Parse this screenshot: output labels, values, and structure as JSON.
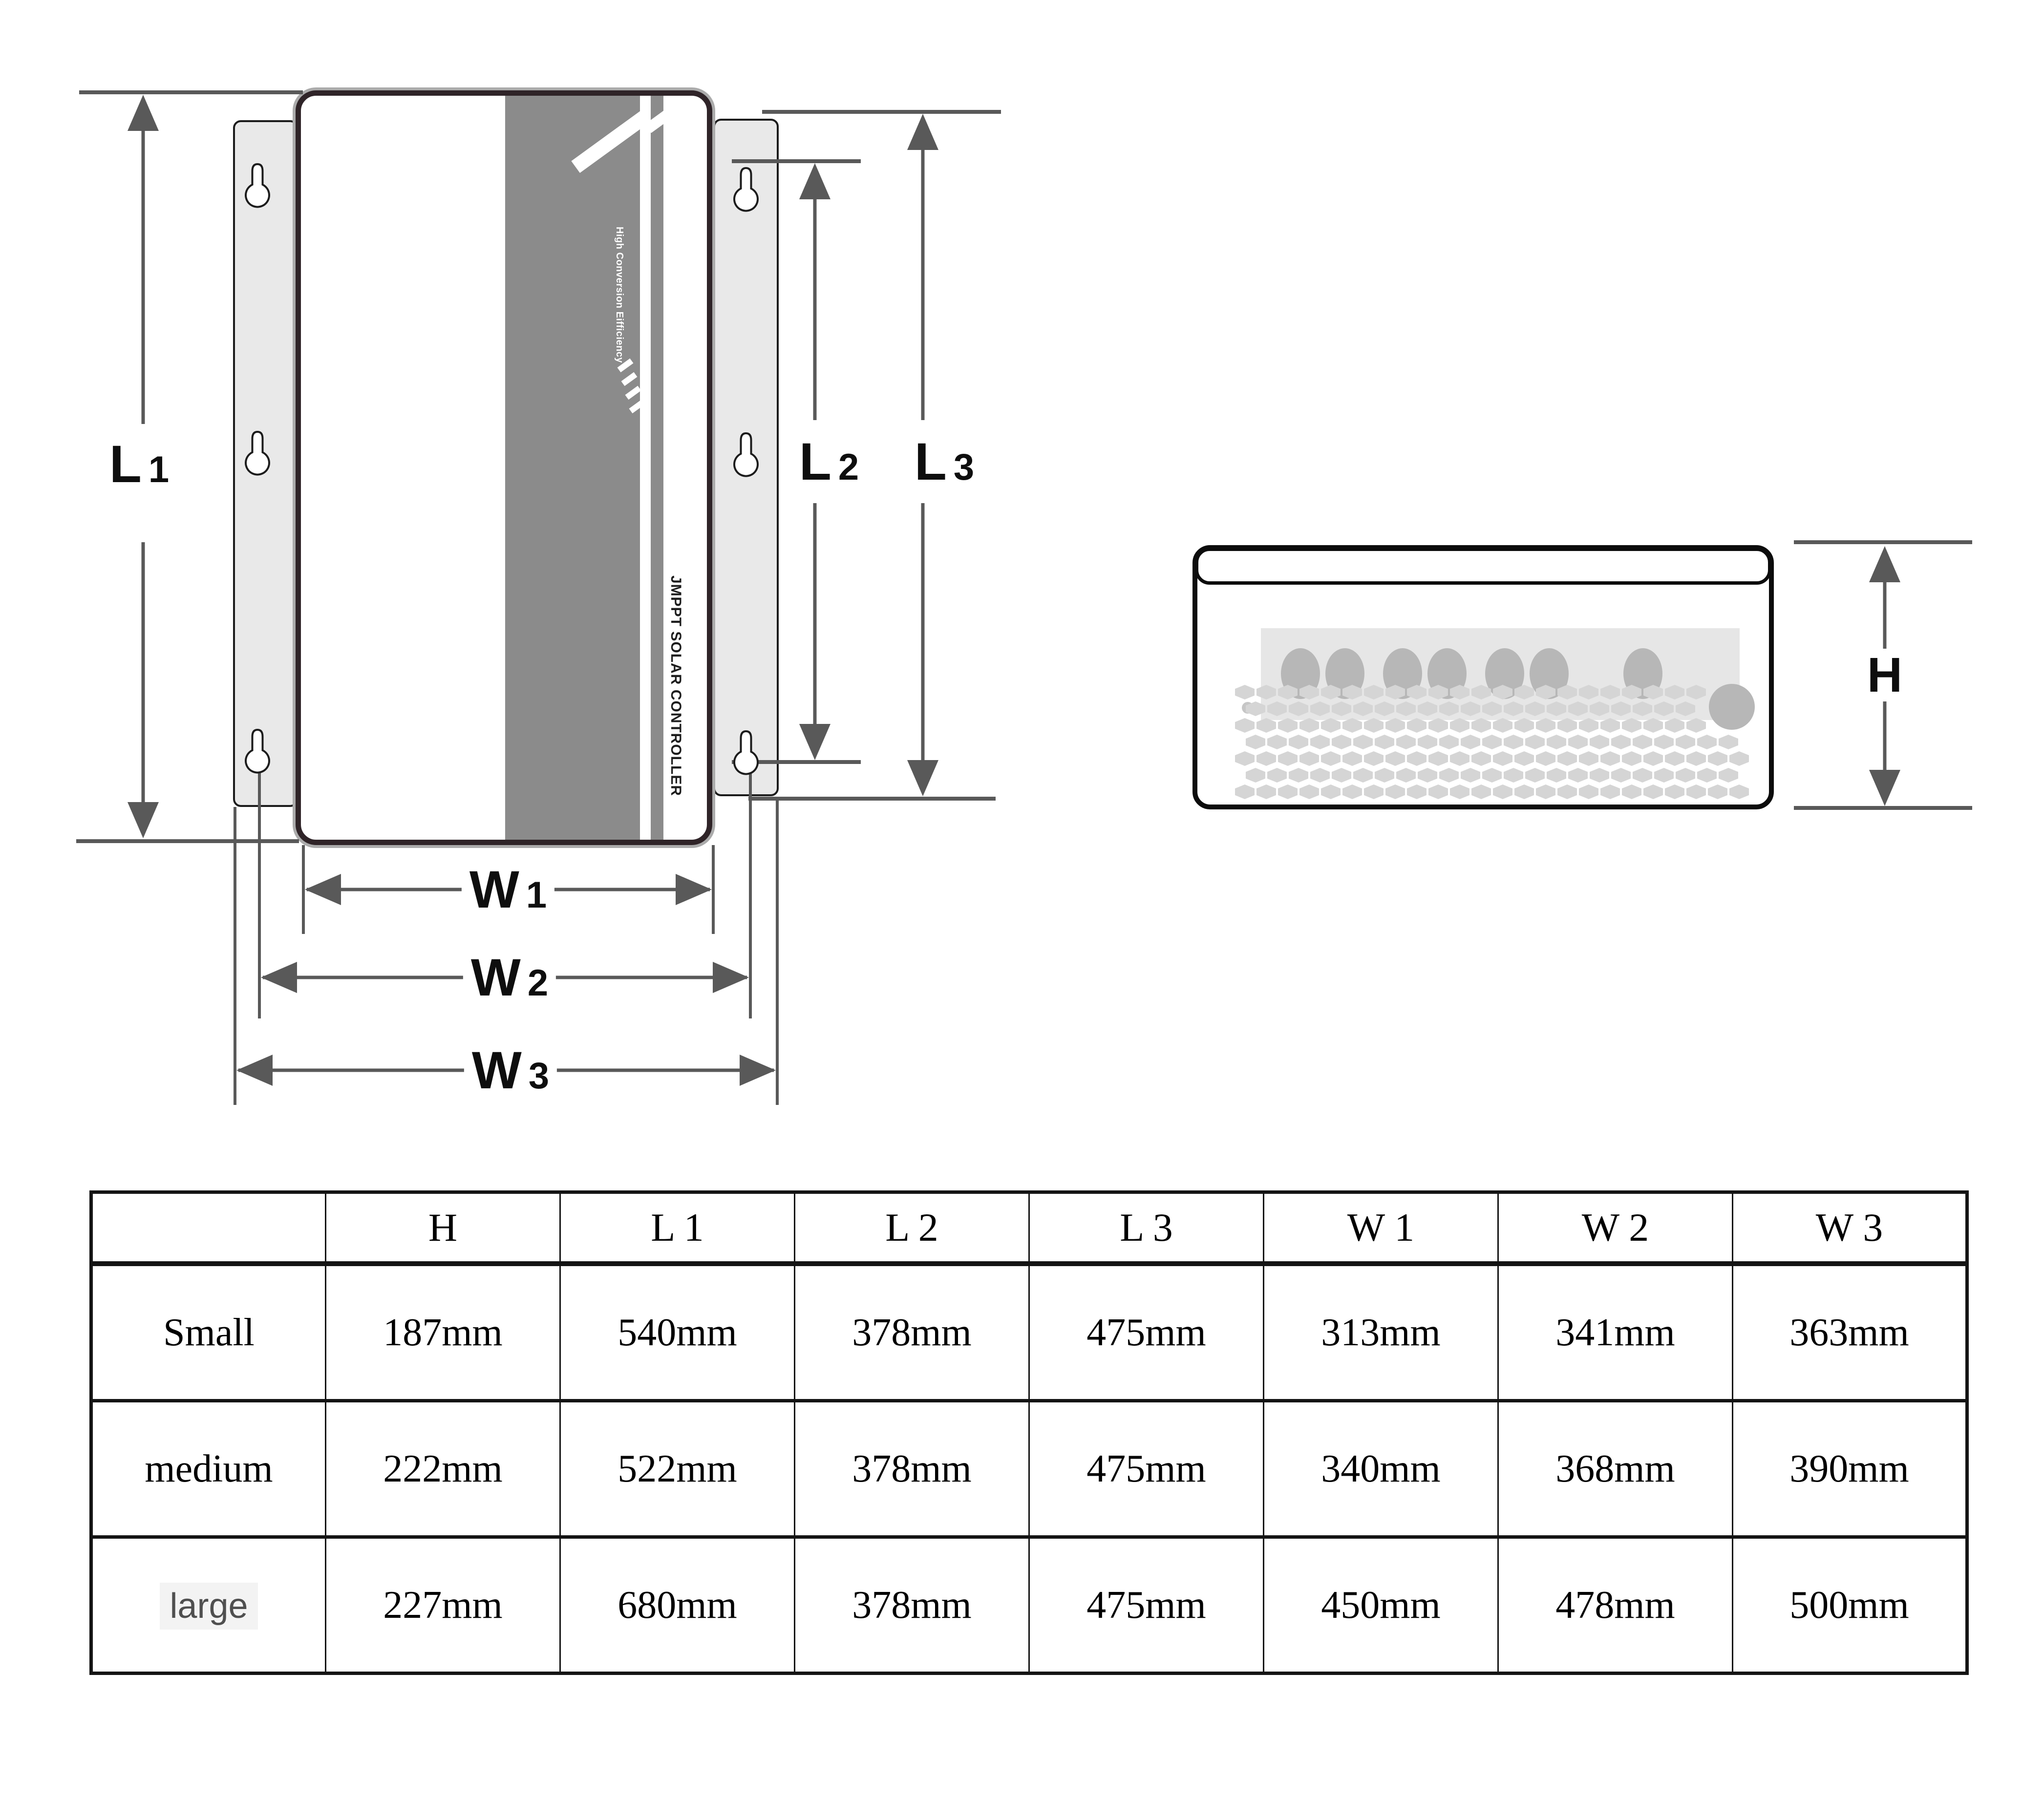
{
  "front_view": {
    "brand_text_vertical": "High Conversion Eifficiency",
    "product_text_vertical": "JMPPT SOLAR CONTROLLER"
  },
  "dims": [
    {
      "letter": "L",
      "num": "1"
    },
    {
      "letter": "L",
      "num": "2"
    },
    {
      "letter": "L",
      "num": "3"
    },
    {
      "letter": "W",
      "num": "1"
    },
    {
      "letter": "W",
      "num": "2"
    },
    {
      "letter": "W",
      "num": "3"
    },
    {
      "letter": "H",
      "num": ""
    }
  ],
  "side_view": {
    "port_count": 7,
    "vent": {
      "rows": 7,
      "cols": 24,
      "top_clear_rows": 3,
      "top_clear_cols": 2
    }
  },
  "table": {
    "headers": [
      "",
      "H",
      "L 1",
      "L 2",
      "L 3",
      "W 1",
      "W 2",
      "W 3"
    ],
    "rows": [
      [
        "Small",
        "187mm",
        "540mm",
        "378mm",
        "475mm",
        "313mm",
        "341mm",
        "363mm"
      ],
      [
        "medium",
        "222mm",
        "522mm",
        "378mm",
        "475mm",
        "340mm",
        "368mm",
        "390mm"
      ],
      [
        "large",
        "227mm",
        "680mm",
        "378mm",
        "475mm",
        "450mm",
        "478mm",
        "500mm"
      ]
    ]
  },
  "colors": {
    "dimension_line": "#595959",
    "body_border": "#2f2428",
    "stripe_band": "#8b8b8b",
    "bracket_fill": "#e9e9e9",
    "port_oval": "#b7b7b7",
    "vent_dot": "#d5d5d5",
    "table_border": "#141414"
  }
}
